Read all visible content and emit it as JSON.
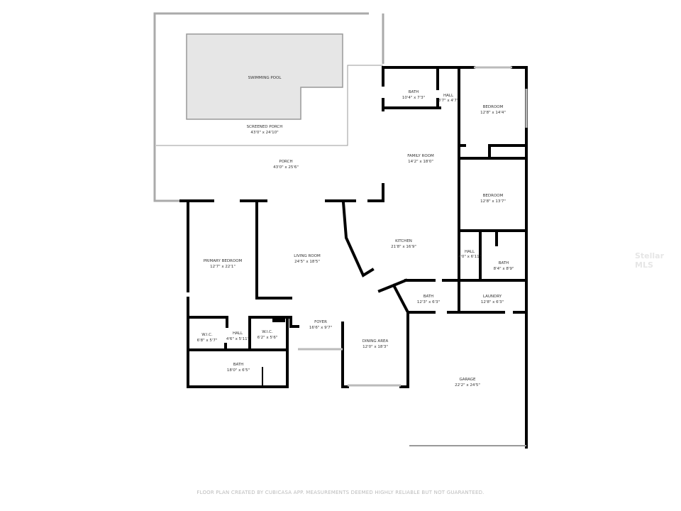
{
  "rooms": [
    {
      "name": "SWIMMING POOL",
      "size": ""
    },
    {
      "name": "SCREENED PORCH",
      "size": "43'0\" x 24'10\""
    },
    {
      "name": "PORCH",
      "size": "43'0\" x 25'6\""
    },
    {
      "name": "BATH",
      "size": "10'4\" x 7'3\""
    },
    {
      "name": "HALL",
      "size": "3'7\" x 4'7\""
    },
    {
      "name": "BEDROOM",
      "size": "12'8\" x 14'4\""
    },
    {
      "name": "FAMILY ROOM",
      "size": "14'2\" x 18'0\""
    },
    {
      "name": "BEDROOM",
      "size": "12'8\" x 13'7\""
    },
    {
      "name": "KITCHEN",
      "size": "21'8\" x 16'9\""
    },
    {
      "name": "HALL",
      "size": "4'0\" x 6'11\""
    },
    {
      "name": "BATH",
      "size": "8'4\" x 8'9\""
    },
    {
      "name": "PRIMARY BEDROOM",
      "size": "12'7\" x 22'1\""
    },
    {
      "name": "LIVING ROOM",
      "size": "24'5\" x 18'5\""
    },
    {
      "name": "BATH",
      "size": "12'3\" x 6'3\""
    },
    {
      "name": "LAUNDRY",
      "size": "12'8\" x 6'3\""
    },
    {
      "name": "W.I.C.",
      "size": "6'8\" x 5'7\""
    },
    {
      "name": "HALL",
      "size": "4'6\" x 5'11\""
    },
    {
      "name": "W.I.C.",
      "size": "6'2\" x 5'6\""
    },
    {
      "name": "FOYER",
      "size": "16'6\" x 9'7\""
    },
    {
      "name": "DINING AREA",
      "size": "12'0\" x 18'3\""
    },
    {
      "name": "GARAGE",
      "size": "22'2\" x 24'5\""
    },
    {
      "name": "BATH",
      "size": "18'0\" x 6'5\""
    }
  ],
  "footer": "FLOOR PLAN CREATED BY CUBICASA APP. MEASUREMENTS DEEMED HIGHLY RELIABLE BUT NOT GUARANTEED.",
  "watermark": "Stellar MLS",
  "colors": {
    "pool": "#e6e6e6",
    "wall": "#000000",
    "screen": "#aaaaaa"
  }
}
